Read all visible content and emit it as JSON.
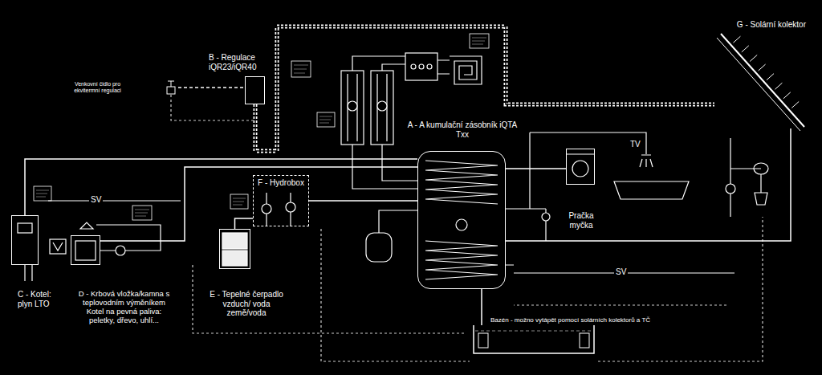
{
  "diagram": {
    "nodes": [
      {
        "text": [
          "G - Solární kolektor"
        ]
      },
      {
        "text": [
          "B - Regulace iQR23/iQR40"
        ]
      },
      {
        "text": [
          "Venkovní čidlo pro ekvitermní regulaci"
        ]
      },
      {
        "text": [
          "A - A kumulační zásobník iQTA Txx"
        ]
      },
      {
        "text": [
          "F - Hydrobox"
        ]
      },
      {
        "text": [
          "Pračka myčka"
        ]
      },
      {
        "text": [
          "C - Kotel: plyn LTO"
        ]
      },
      {
        "text": [
          "D - Krbová vložka/kamna s teplovodním výměníkem Kotel na pevná paliva: peletky, dřevo, uhlí..."
        ]
      },
      {
        "text": [
          "E - Tepelné čerpadlo vzduch/ voda země/voda"
        ]
      },
      {
        "text": [
          "Bazén - možno vytápět pomocí solárních kolektorů a TČ"
        ]
      }
    ],
    "edges": [
      {
        "from": 6,
        "to": 3,
        "arrow": "none"
      },
      {
        "from": 7,
        "to": 3,
        "arrow": "none"
      },
      {
        "from": 8,
        "to": 4,
        "arrow": "none"
      },
      {
        "from": 4,
        "to": 3,
        "arrow": "none"
      },
      {
        "from": 0,
        "to": 3,
        "arrow": "none"
      },
      {
        "from": 3,
        "to": 5,
        "arrow": "none"
      },
      {
        "from": 3,
        "to": 9,
        "arrow": "none"
      },
      {
        "from": 2,
        "to": 1,
        "arrow": "none"
      }
    ],
    "labels": [
      "TV",
      "SV",
      "SV"
    ]
  }
}
